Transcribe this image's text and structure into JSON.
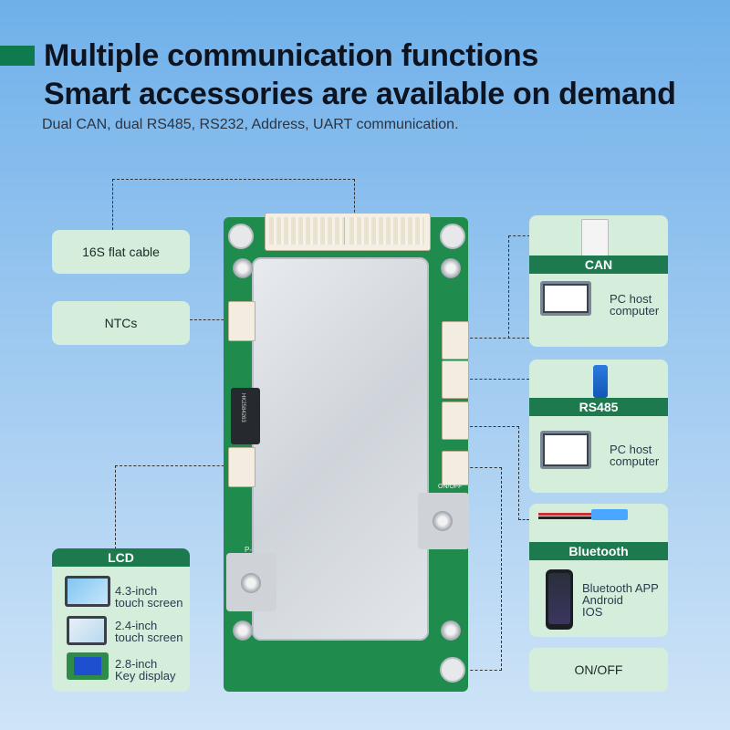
{
  "header": {
    "title_line1": "Multiple communication functions",
    "title_line2": "Smart accessories are available on demand",
    "subtitle": "Dual CAN, dual RS485, RS232, Address, UART communication."
  },
  "left_labels": {
    "flat_cable": "16S flat cable",
    "ntcs": "NTCs"
  },
  "lcd": {
    "header": "LCD",
    "items": [
      {
        "line1": "4.3-inch",
        "line2": "touch screen"
      },
      {
        "line1": "2.4-inch",
        "line2": "touch screen"
      },
      {
        "line1": "2.8-inch",
        "line2": "Key display"
      }
    ]
  },
  "right": {
    "can_header": "CAN",
    "can_pc": {
      "line1": "PC host",
      "line2": "computer"
    },
    "rs485_header": "RS485",
    "rs485_pc": {
      "line1": "PC host",
      "line2": "computer"
    },
    "bt_header": "Bluetooth",
    "bt_text": {
      "line1": "Bluetooth APP",
      "line2": "Android",
      "line3": "IOS"
    },
    "onoff": "ON/OFF"
  },
  "board": {
    "onoff_silk": "ON/OFF",
    "p_minus": "P-",
    "chip": "HK2584263"
  },
  "colors": {
    "accent": "#1d7a4f",
    "box_bg": "#d4eedb"
  }
}
